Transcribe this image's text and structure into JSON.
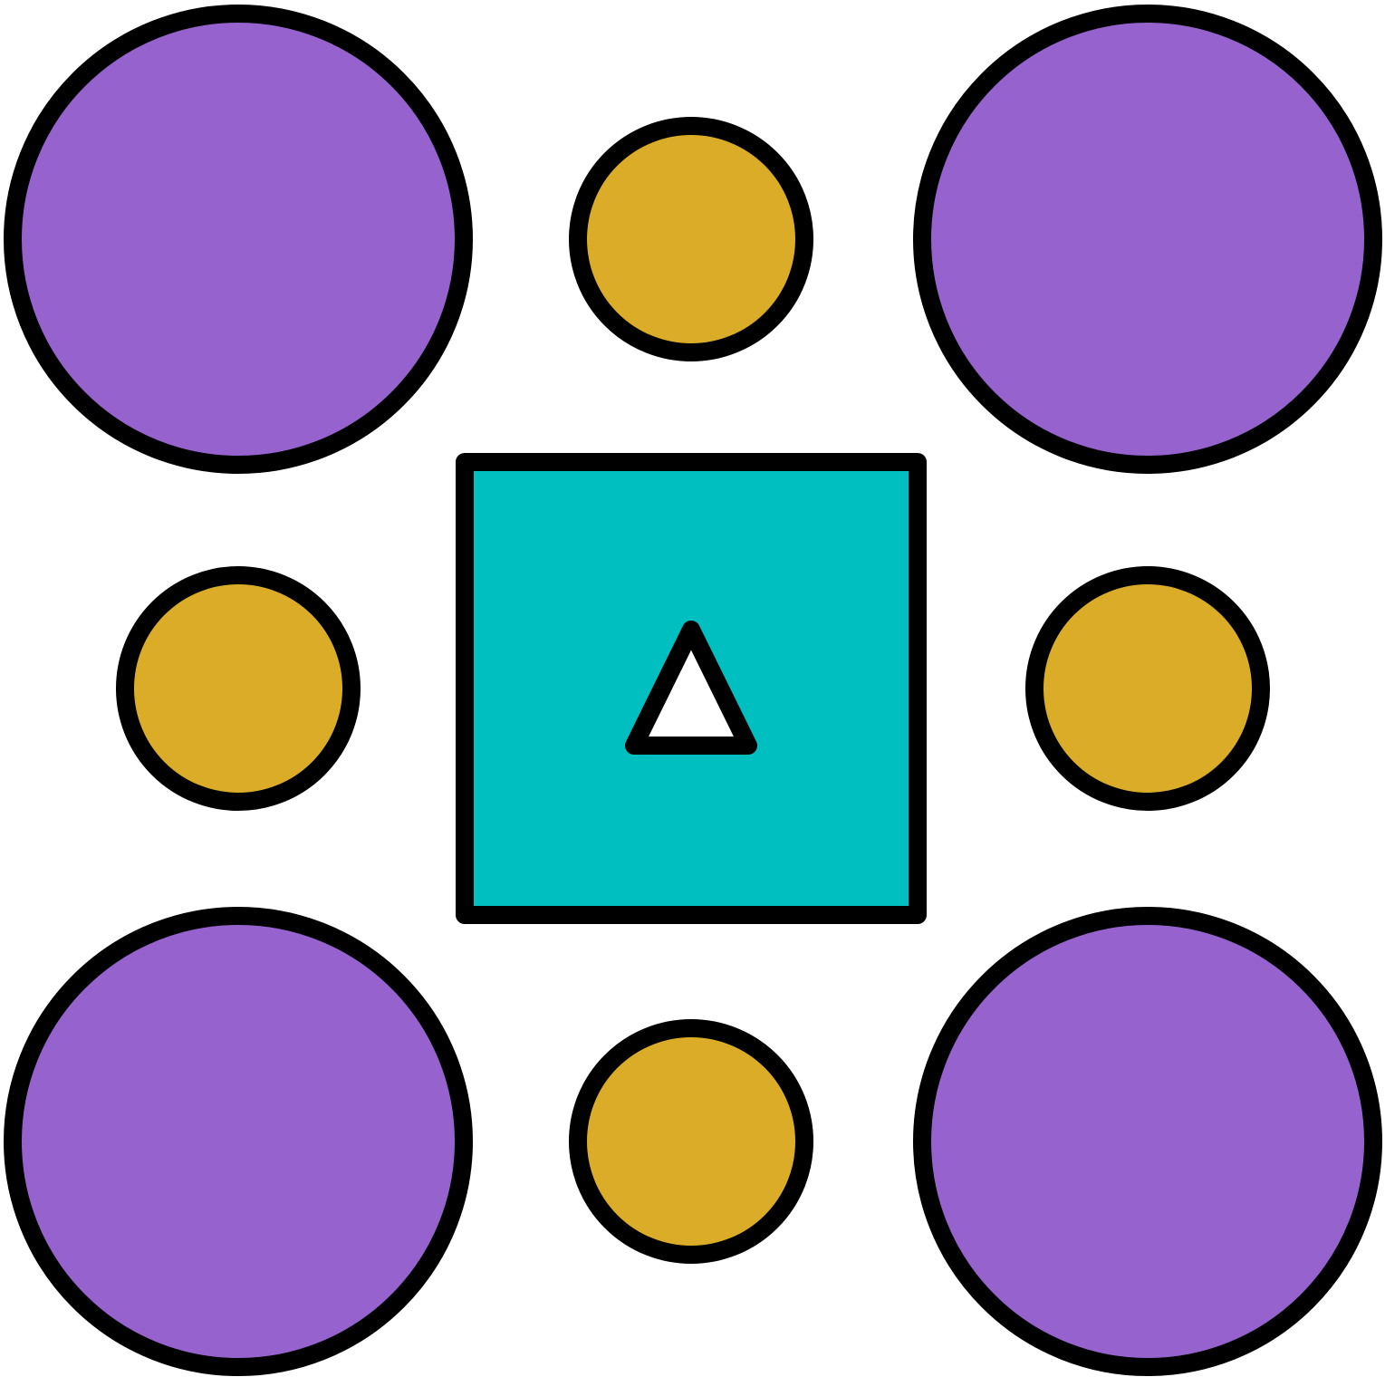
{
  "colors": {
    "background": "#ffffff",
    "outline": "#000000",
    "large_circle_fill": "#9663CE",
    "small_circle_fill": "#DBAC28",
    "square_fill": "#00BFC0",
    "triangle_fill": "#ffffff"
  },
  "shapes": {
    "large_circles": [
      "top-left",
      "top-right",
      "bottom-left",
      "bottom-right"
    ],
    "small_circles": [
      "top",
      "left",
      "right",
      "bottom"
    ],
    "center_square": "center",
    "inner_triangle": "center"
  }
}
